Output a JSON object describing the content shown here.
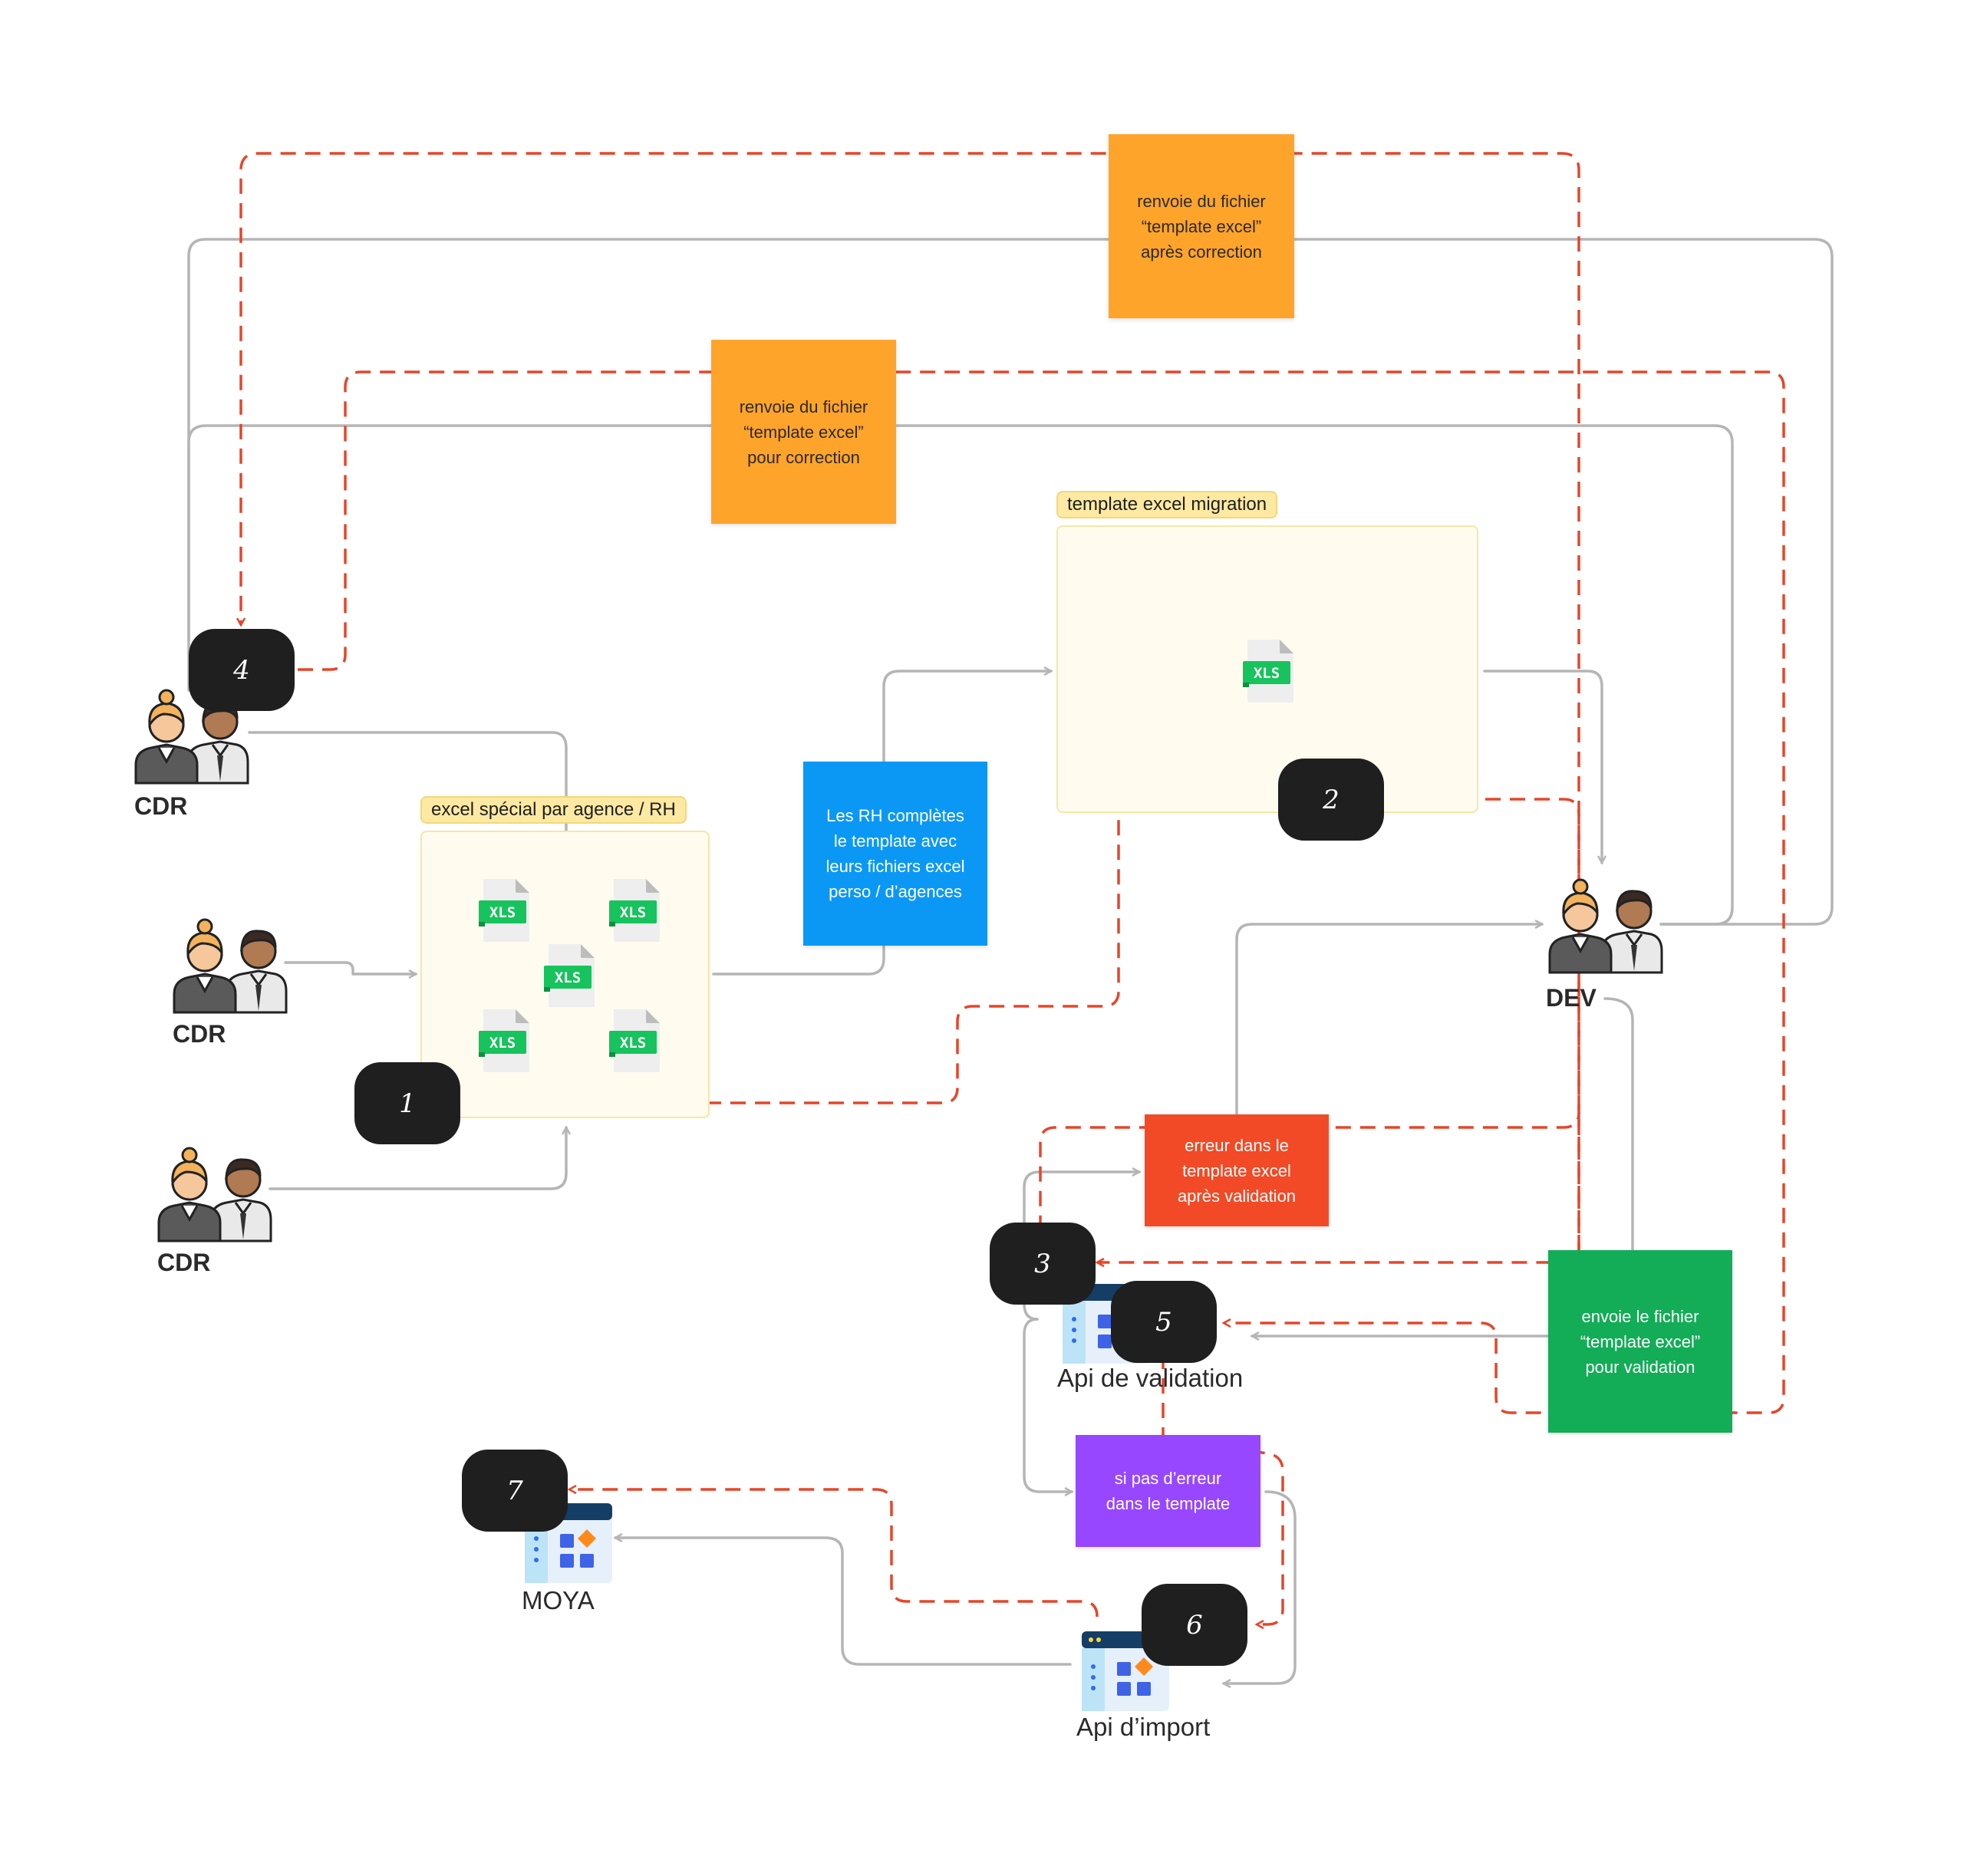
{
  "groups": {
    "agency_files": {
      "label": "excel spécial par agence / RH",
      "file_icons": [
        "xls-file-icon",
        "xls-file-icon",
        "xls-file-icon",
        "xls-file-icon",
        "xls-file-icon"
      ]
    },
    "template": {
      "label": "template excel migration",
      "file_icons": [
        "xls-file-icon"
      ]
    }
  },
  "file_icon_text": "XLS",
  "stickies": {
    "resend_after_correction": {
      "text": "renvoie du fichier\n“template excel”\naprès correction",
      "color": "#ffa42b"
    },
    "resend_for_correction": {
      "text": "renvoie du fichier\n“template excel”\npour correction",
      "color": "#ffa42b"
    },
    "rh_complete": {
      "text": "Les RH complètes\nle template avec\nleurs fichiers excel\nperso / d’agences",
      "color": "#0b98f5"
    },
    "error_template": {
      "text": "erreur dans le\ntemplate excel\naprès validation",
      "color": "#f24a26"
    },
    "send_for_validation": {
      "text": "envoie le fichier\n“template excel”\npour validation",
      "color": "#13ac57"
    },
    "no_error": {
      "text": "si pas d’erreur\ndans le template",
      "color": "#9747ff"
    }
  },
  "roles": {
    "cdr_top": "CDR",
    "cdr_mid": "CDR",
    "cdr_bottom": "CDR",
    "dev": "DEV"
  },
  "apis": {
    "validation": "Api de validation",
    "import": "Api d’import",
    "moya": "MOYA"
  },
  "steps": [
    "1",
    "2",
    "3",
    "4",
    "5",
    "6",
    "7"
  ],
  "colors": {
    "flow_line": "#b5b5b5",
    "dashed_flow": "#e5462a",
    "badge": "#1f1f1f"
  },
  "icons": {
    "people": "people-icon",
    "app": "app-window-icon",
    "file": "xls-file-icon"
  }
}
